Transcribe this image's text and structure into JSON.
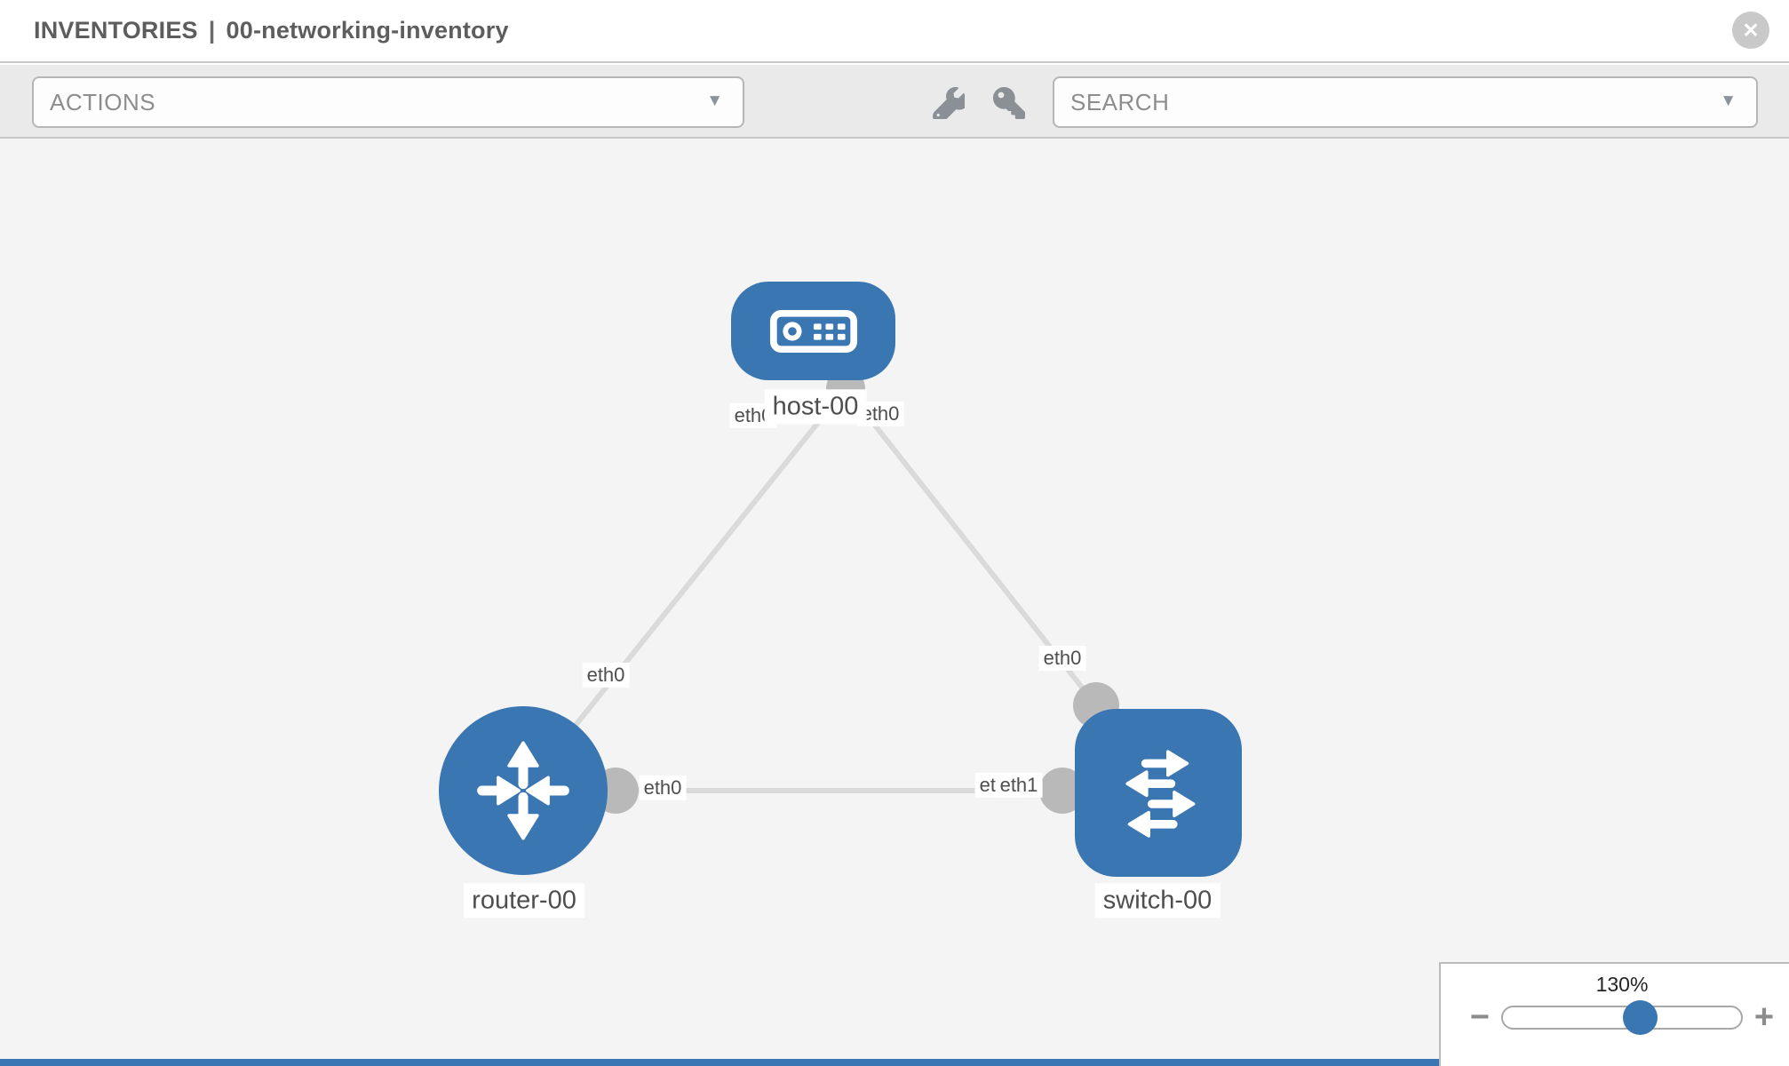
{
  "header": {
    "title_prefix": "INVENTORIES",
    "separator": "|",
    "inventory_name": "00-networking-inventory",
    "close_glyph": "✕"
  },
  "toolbar": {
    "actions_label": "ACTIONS",
    "search_label": "SEARCH",
    "caret_glyph": "▼",
    "icons": [
      "wrench-icon",
      "key-icon"
    ]
  },
  "topology": {
    "nodes": [
      {
        "id": "host-00",
        "type": "host",
        "label": "host-00"
      },
      {
        "id": "router-00",
        "type": "router",
        "label": "router-00"
      },
      {
        "id": "switch-00",
        "type": "switch",
        "label": "switch-00"
      }
    ],
    "links": [
      {
        "source": "host-00",
        "target": "router-00",
        "source_interface": "eth0",
        "target_interface": "eth0"
      },
      {
        "source": "host-00",
        "target": "switch-00",
        "source_interface": "eth0",
        "target_interface": "eth0"
      },
      {
        "source": "router-00",
        "target": "switch-00",
        "source_interface": "eth0",
        "target_interface": "eth1",
        "overlapped_interface_label": "eth0"
      }
    ]
  },
  "zoom_control": {
    "level": "130%",
    "minus_glyph": "−",
    "plus_glyph": "+"
  },
  "colors": {
    "accent_blue": "#3a76b2",
    "link_gray": "#dadada",
    "connector_gray": "#b9b9b9",
    "canvas_bg": "#f4f4f4",
    "toolbar_bg": "#eaeaea",
    "label_text": "#4e4e4e"
  }
}
